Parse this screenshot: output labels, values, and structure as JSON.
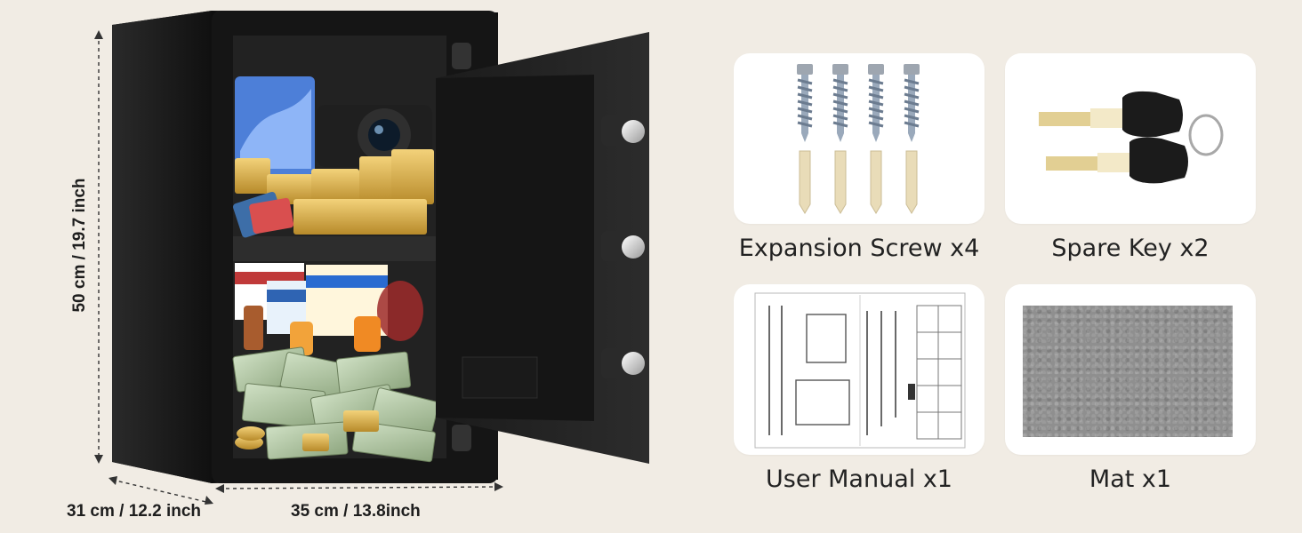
{
  "dimensions": {
    "height_label": "50 cm / 19.7 inch",
    "depth_label": "31 cm / 12.2 inch",
    "width_label": "35 cm / 13.8inch"
  },
  "accessories": [
    {
      "label": "Expansion Screw x4",
      "icon": "screw-icon"
    },
    {
      "label": "Spare Key x2",
      "icon": "key-icon"
    },
    {
      "label": "User Manual x1",
      "icon": "manual-icon"
    },
    {
      "label": "Mat x1",
      "icon": "mat-icon"
    }
  ],
  "colors": {
    "background": "#f1ece4",
    "safe_body": "#141414",
    "card": "#ffffff",
    "text": "#222222"
  }
}
